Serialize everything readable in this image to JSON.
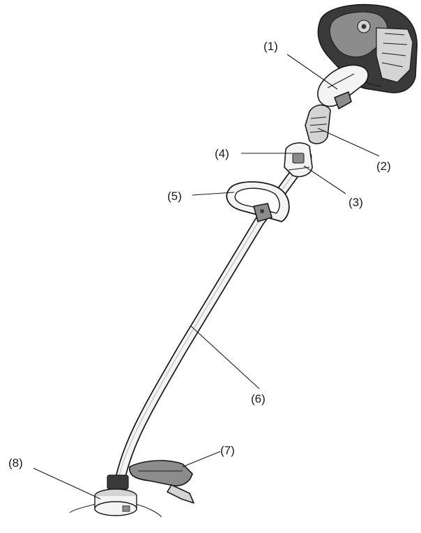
{
  "diagram": {
    "callouts": [
      {
        "id": "1",
        "label": "(1)"
      },
      {
        "id": "2",
        "label": "(2)"
      },
      {
        "id": "3",
        "label": "(3)"
      },
      {
        "id": "4",
        "label": "(4)"
      },
      {
        "id": "5",
        "label": "(5)"
      },
      {
        "id": "6",
        "label": "(6)"
      },
      {
        "id": "7",
        "label": "(7)"
      },
      {
        "id": "8",
        "label": "(8)"
      }
    ],
    "colors": {
      "line": "#1a1a1a",
      "engine_dark": "#3a3a3a",
      "engine_mid": "#8c8c8c",
      "part_light": "#d4d4d4",
      "part_white": "#f4f4f4"
    }
  }
}
